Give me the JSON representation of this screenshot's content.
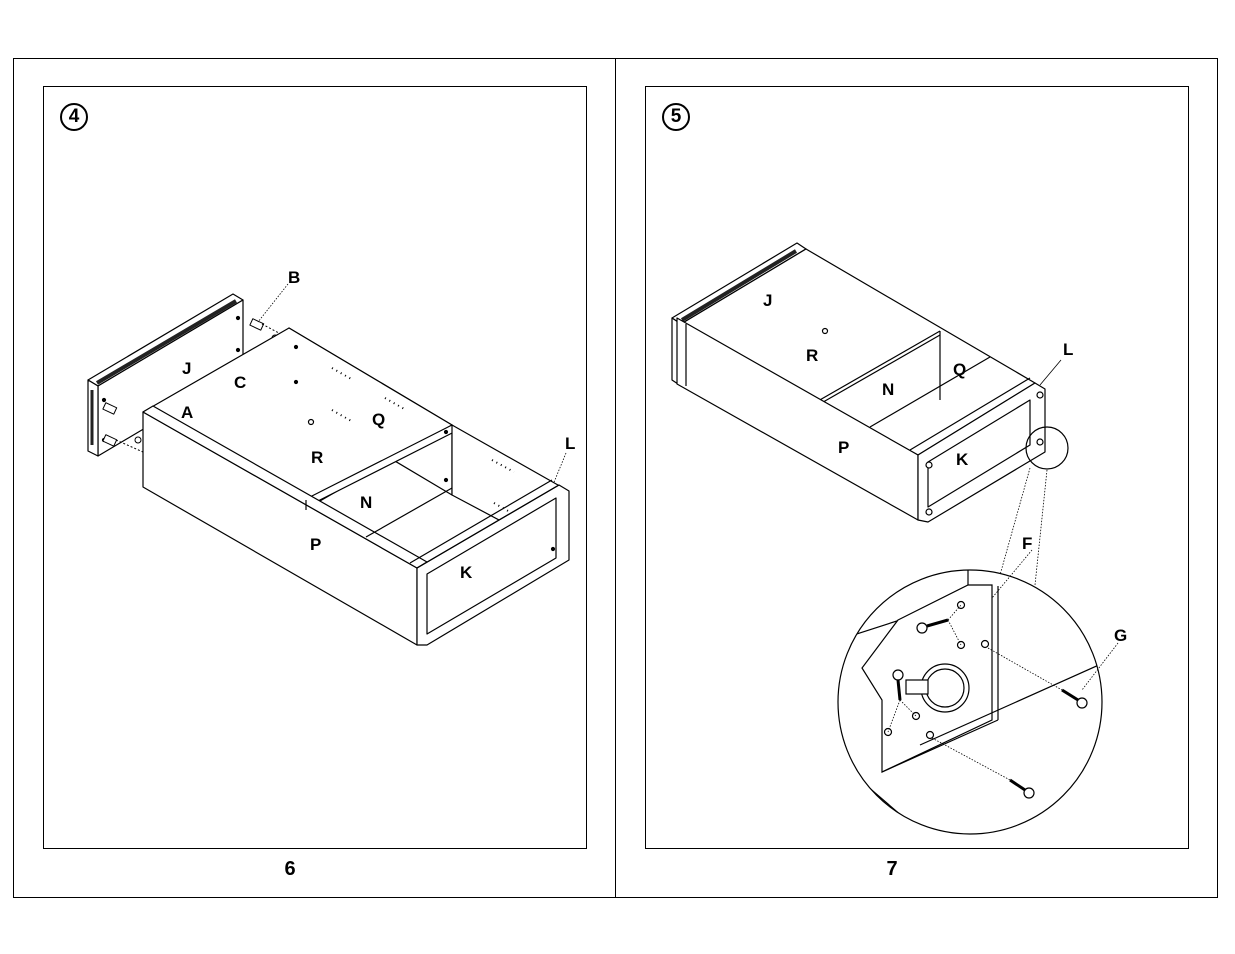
{
  "steps": [
    {
      "number": "4",
      "page_number": "6",
      "labels": {
        "b": "B",
        "j": "J",
        "c": "C",
        "a": "A",
        "q": "Q",
        "r": "R",
        "n": "N",
        "l": "L",
        "p": "P",
        "k": "K"
      }
    },
    {
      "number": "5",
      "page_number": "7",
      "labels": {
        "j": "J",
        "r": "R",
        "q": "Q",
        "l": "L",
        "n": "N",
        "p": "P",
        "k": "K",
        "f": "F",
        "g": "G"
      }
    }
  ]
}
